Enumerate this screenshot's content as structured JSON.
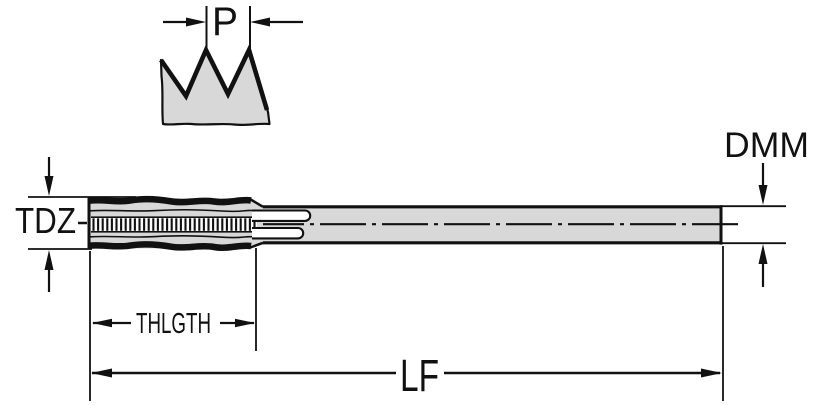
{
  "diagram": {
    "description": "Tap tool dimension drawing",
    "colors": {
      "background": "#ffffff",
      "line": "#111111",
      "body_fill": "#d8d8d8",
      "hatch_background": "#fbfbfb",
      "flute_fill": "#ffffff"
    },
    "labels": {
      "pitch": "P",
      "thread_diameter": "TDZ",
      "shank_diameter": "DMM",
      "thread_length": "THLGTH",
      "overall_length": "LF"
    }
  }
}
